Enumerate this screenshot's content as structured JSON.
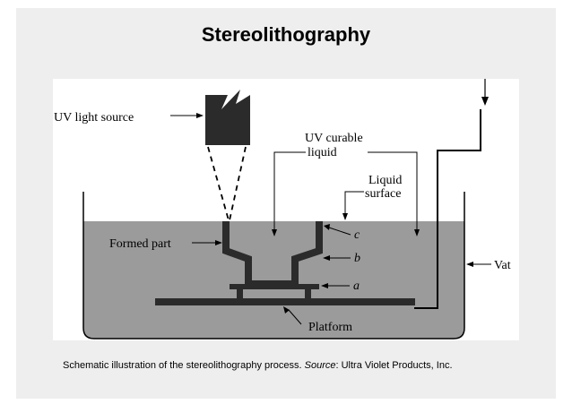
{
  "slide": {
    "title": "Stereolithography"
  },
  "diagram": {
    "labels": {
      "uv_light_source": "UV light source",
      "uv_curable": "UV curable",
      "liquid": "liquid",
      "liquid_surface_line1": "Liquid",
      "liquid_surface_line2": "surface",
      "formed_part": "Formed part",
      "vat": "Vat",
      "platform": "Platform",
      "c": "c",
      "b": "b",
      "a": "a"
    },
    "colors": {
      "liquid_fill": "#9b9b9b",
      "part_fill": "#2b2b2b",
      "line": "#000000"
    }
  },
  "caption": {
    "text": "Schematic illustration of the stereolithography process. ",
    "source_label": "Source",
    "source_text": ": Ultra Violet Products, Inc."
  }
}
